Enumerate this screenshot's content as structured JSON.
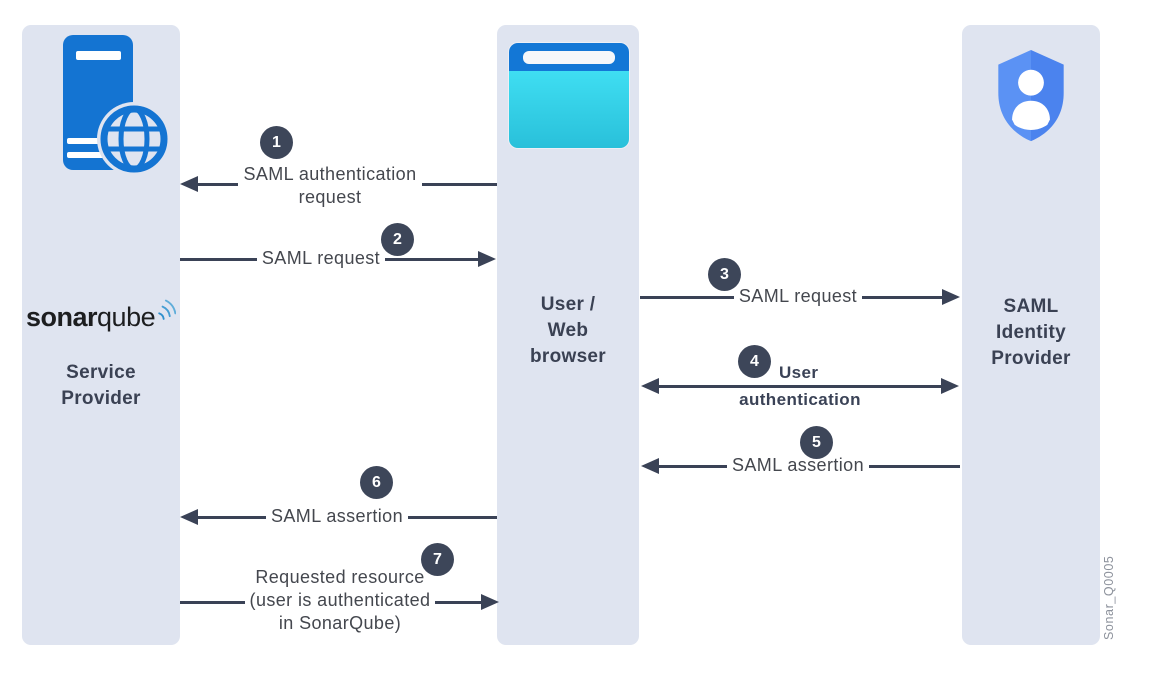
{
  "diagram": {
    "watermark": "Sonar_Q0005",
    "colors": {
      "lane_background": "#dfe4f0",
      "arrow": "#3a4256",
      "badge_background": "#3d4659",
      "server_blue": "#1474d2",
      "browser_bar_blue": "#1377d6",
      "browser_body_cyan": "#35d3ea",
      "shield_blue": "#5b92f4",
      "logo_arc_blue": "#449dd3"
    },
    "logo": {
      "bold": "sonar",
      "light": "qube"
    },
    "lanes": [
      {
        "id": "service-provider",
        "icon": "server-globe-icon",
        "label_lines": [
          "Service",
          "Provider"
        ]
      },
      {
        "id": "user-web-browser",
        "icon": "browser-window-icon",
        "label_lines": [
          "User /",
          "Web",
          "browser"
        ]
      },
      {
        "id": "saml-identity-provider",
        "icon": "shield-user-icon",
        "label_lines": [
          "SAML",
          "Identity",
          "Provider"
        ]
      }
    ],
    "steps": [
      {
        "number": "1",
        "label": "SAML authentication request",
        "lines": [
          "SAML authentication",
          "request"
        ],
        "from": "user-web-browser",
        "to": "service-provider",
        "direction": "left"
      },
      {
        "number": "2",
        "label": "SAML request",
        "lines": [
          "SAML request"
        ],
        "from": "service-provider",
        "to": "user-web-browser",
        "direction": "right"
      },
      {
        "number": "3",
        "label": "SAML request",
        "lines": [
          "SAML request"
        ],
        "from": "user-web-browser",
        "to": "saml-identity-provider",
        "direction": "right"
      },
      {
        "number": "4",
        "label": "User authentication",
        "lines": [
          "User",
          "authentication"
        ],
        "from": "user-web-browser",
        "to": "saml-identity-provider",
        "direction": "both"
      },
      {
        "number": "5",
        "label": "SAML assertion",
        "lines": [
          "SAML assertion"
        ],
        "from": "saml-identity-provider",
        "to": "user-web-browser",
        "direction": "left"
      },
      {
        "number": "6",
        "label": "SAML assertion",
        "lines": [
          "SAML assertion"
        ],
        "from": "user-web-browser",
        "to": "service-provider",
        "direction": "left"
      },
      {
        "number": "7",
        "label": "Requested resource (user is authenticated in SonarQube)",
        "lines": [
          "Requested resource",
          "(user is authenticated",
          "in SonarQube)"
        ],
        "from": "service-provider",
        "to": "user-web-browser",
        "direction": "right"
      }
    ]
  }
}
